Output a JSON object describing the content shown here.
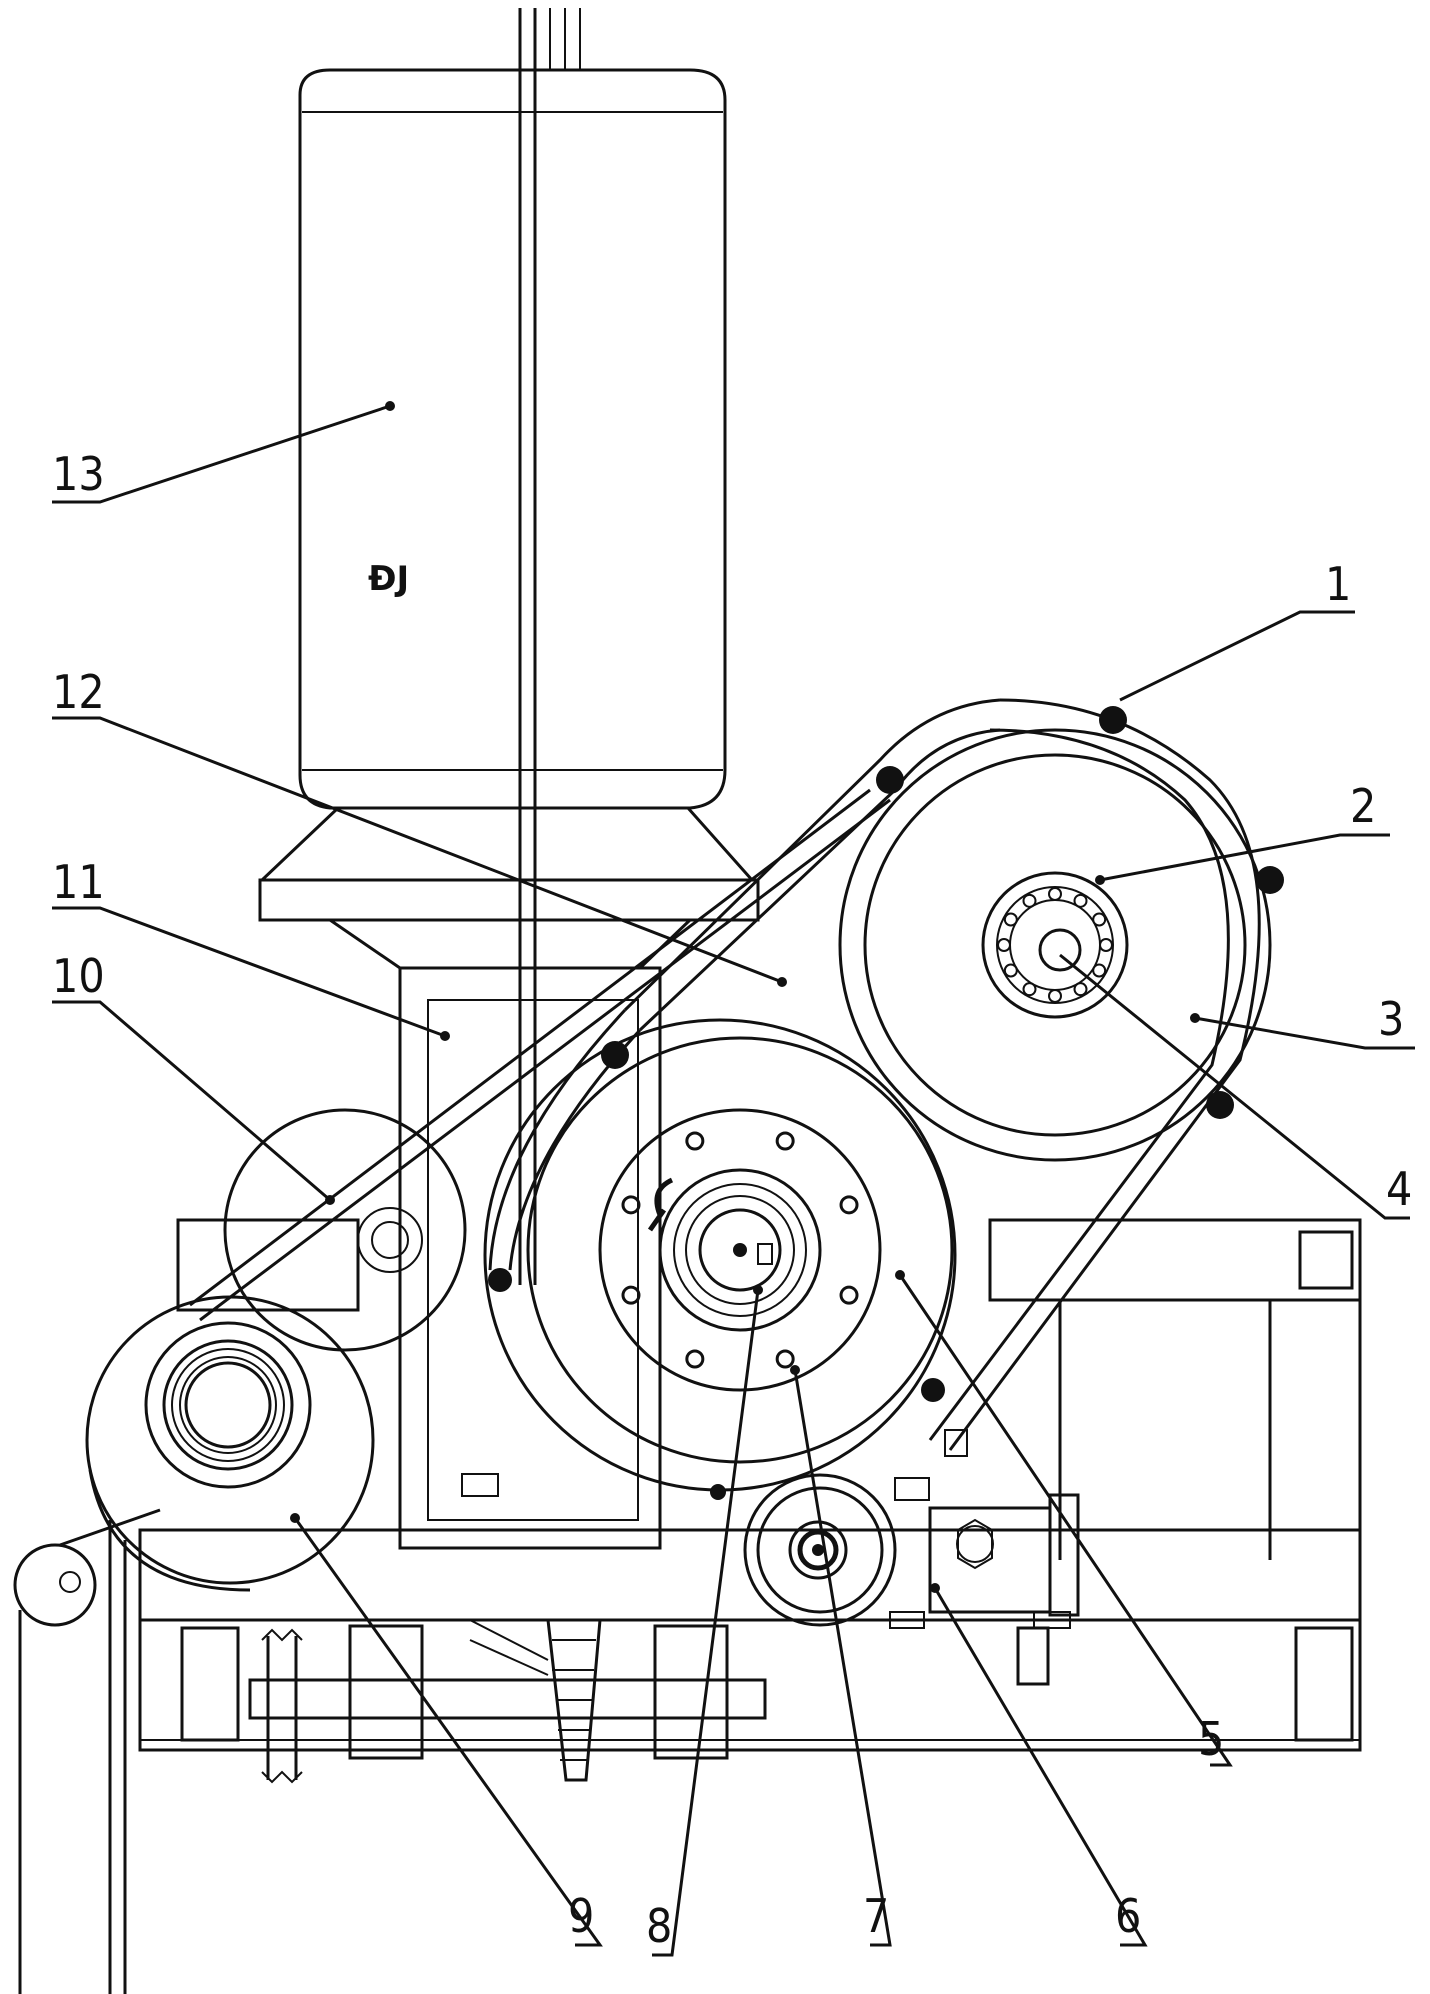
{
  "diagram": {
    "motor_mark": "ÐJ",
    "labels": {
      "p1": "1",
      "p2": "2",
      "p3": "3",
      "p4": "4",
      "p5": "5",
      "p6": "6",
      "p7": "7",
      "p8": "8",
      "p9": "9",
      "p10": "10",
      "p11": "11",
      "p12": "12",
      "p13": "13"
    }
  }
}
